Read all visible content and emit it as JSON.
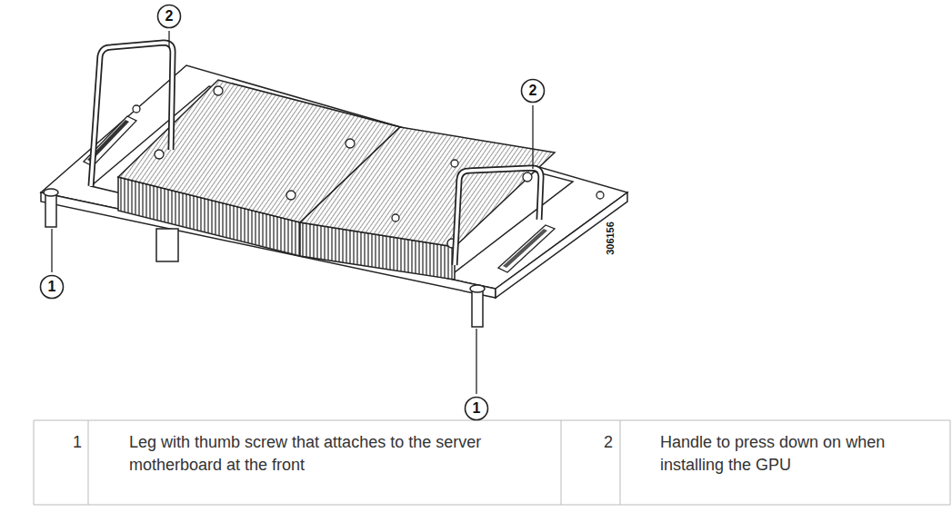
{
  "diagram": {
    "nodes": [
      {
        "text": [
          "2"
        ]
      },
      {
        "text": [
          "2"
        ]
      },
      {
        "text": [
          "1"
        ]
      },
      {
        "text": [
          "1"
        ]
      }
    ],
    "labels": [
      "306156",
      "1",
      "Leg with thumb screw that attaches to the server motherboard at the front",
      "2",
      "Handle to press down on when installing the GPU"
    ]
  }
}
